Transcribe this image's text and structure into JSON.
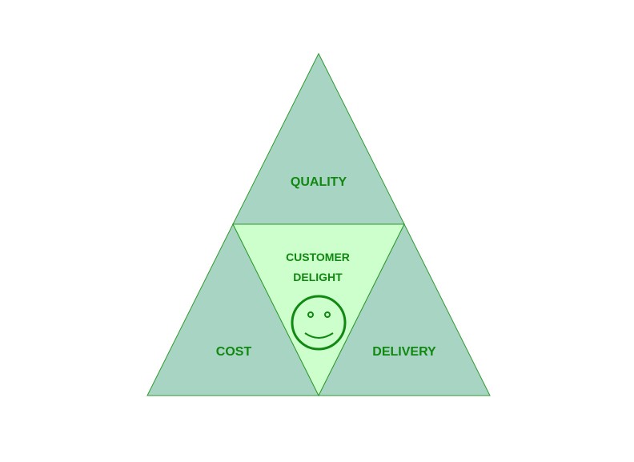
{
  "diagram": {
    "top_label": "QUALITY",
    "left_label": "COST",
    "right_label": "DELIVERY",
    "center_label_line1": "CUSTOMER",
    "center_label_line2": "DELIGHT",
    "center_icon": "smiley-face-icon"
  },
  "colors": {
    "outer_fill": "#a8d5c3",
    "center_fill": "#ccffcc",
    "stroke": "#2e9a2e",
    "text": "#118811"
  }
}
